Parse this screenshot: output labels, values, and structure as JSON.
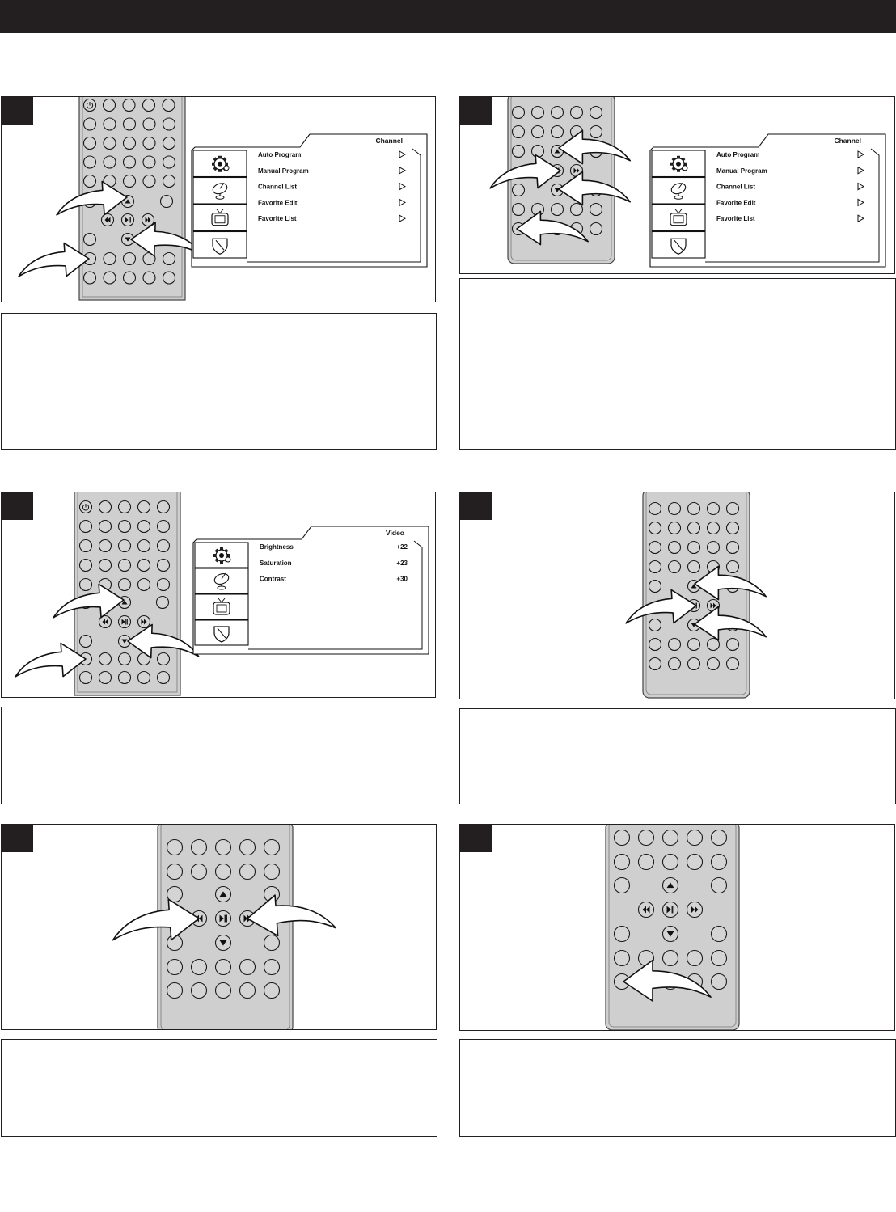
{
  "page": {
    "header_color": "#231f20"
  },
  "menus": {
    "channel": {
      "title": "Channel",
      "items": [
        "Auto Program",
        "Manual Program",
        "Channel List",
        "Favorite Edit",
        "Favorite List"
      ]
    },
    "video": {
      "title": "Video",
      "items": [
        {
          "label": "Brightness",
          "value": "+22"
        },
        {
          "label": "Saturation",
          "value": "+23"
        },
        {
          "label": "Contrast",
          "value": "+30"
        }
      ]
    }
  },
  "icons": [
    "settings-gear-icon",
    "satellite-dish-icon",
    "tv-icon",
    "shield-icon",
    "power-icon",
    "rewind-icon",
    "play-pause-icon",
    "fast-forward-icon",
    "up-arrow-icon",
    "down-arrow-icon",
    "pointer-arrow-icon"
  ]
}
